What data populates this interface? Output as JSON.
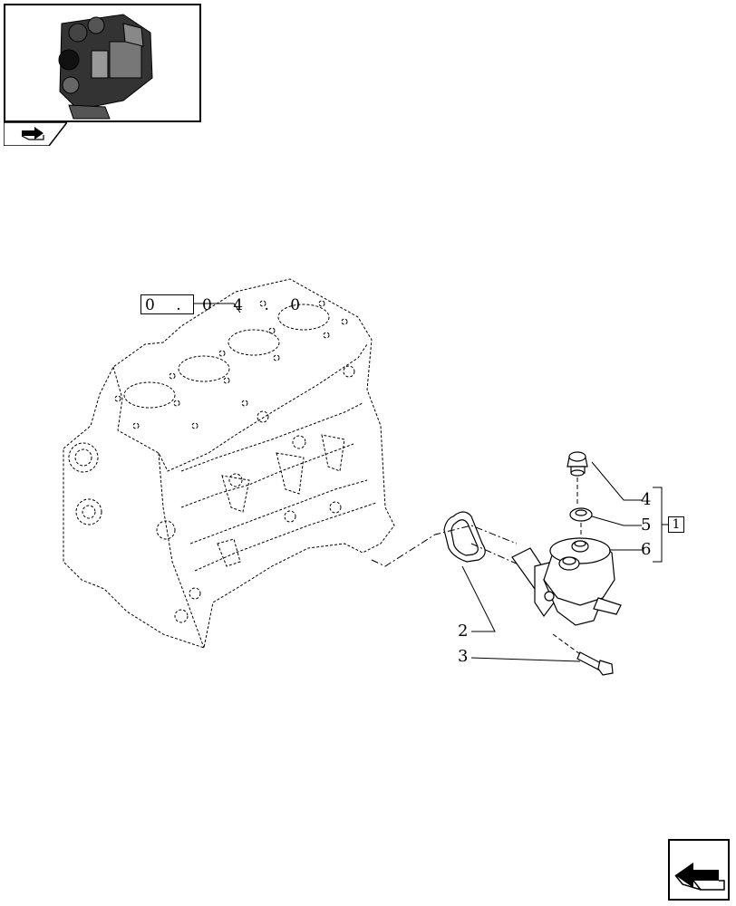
{
  "thumbnail": {
    "icon": "engine-icon"
  },
  "tab": {
    "icon": "section-arrow-icon"
  },
  "assembly_ref": {
    "label": "0 . 0 4 . 0"
  },
  "callouts": [
    {
      "number": "2"
    },
    {
      "number": "3"
    },
    {
      "number": "4"
    },
    {
      "number": "5"
    },
    {
      "number": "6"
    }
  ],
  "group_ref": {
    "label": "1"
  },
  "navigation": {
    "icon": "previous-page-arrow-icon"
  },
  "colors": {
    "line": "#000000",
    "background": "#ffffff"
  }
}
